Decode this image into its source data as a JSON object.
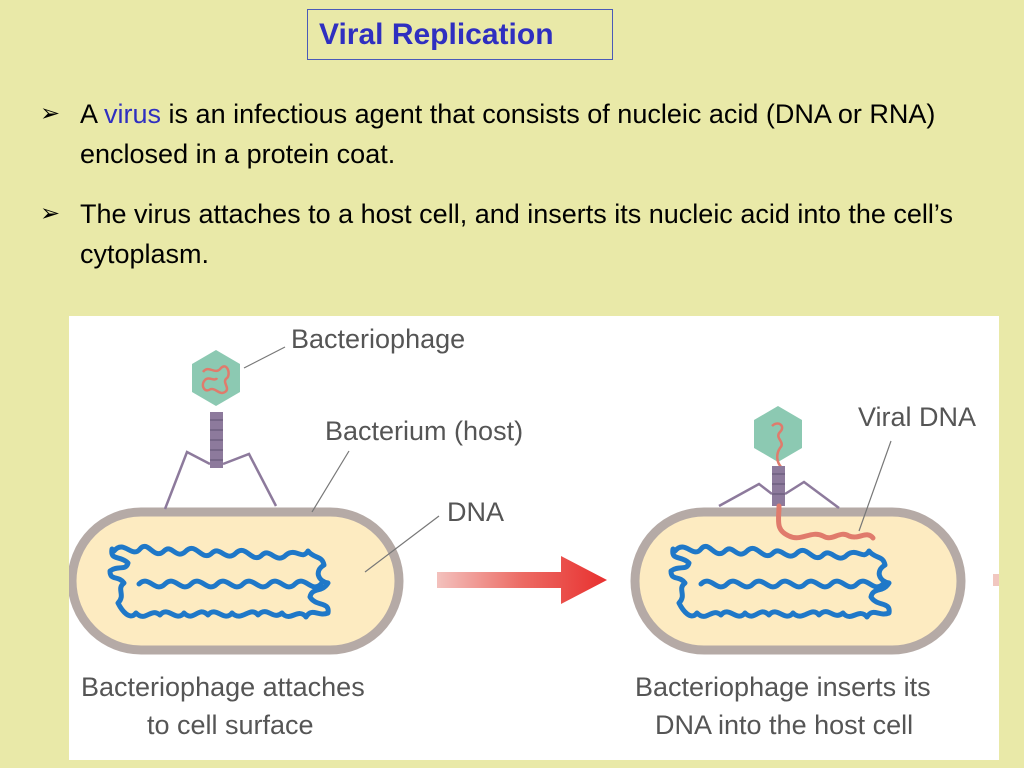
{
  "slide": {
    "title": "Viral Replication",
    "bullets": [
      {
        "mark": "➢",
        "pre": "A ",
        "highlight": "virus",
        "post": " is an infectious agent that consists of nucleic acid (DNA or RNA) enclosed in a protein coat."
      },
      {
        "mark": "➢",
        "text": "The virus attaches to a host cell, and inserts its nucleic acid into the cell’s cytoplasm."
      }
    ],
    "highlight_color": "#2f2fc0"
  },
  "figure": {
    "left_panel": {
      "label_phage": "Bacteriophage",
      "label_bacterium": "Bacterium (host)",
      "label_dna": "DNA",
      "caption_line1": "Bacteriophage attaches",
      "caption_line2": "to cell surface"
    },
    "right_panel": {
      "label_viral_dna": "Viral DNA",
      "caption_line1": "Bacteriophage inserts its",
      "caption_line2": "DNA into the host cell"
    },
    "colors": {
      "cell_fill": "#fdebc1",
      "cell_border": "#b5aaa6",
      "dna": "#1f78c8",
      "viral_dna": "#e07b6c",
      "capsid": "#8cc9b2",
      "tail": "#8d7a9c",
      "arrow": "#e8302f"
    }
  }
}
